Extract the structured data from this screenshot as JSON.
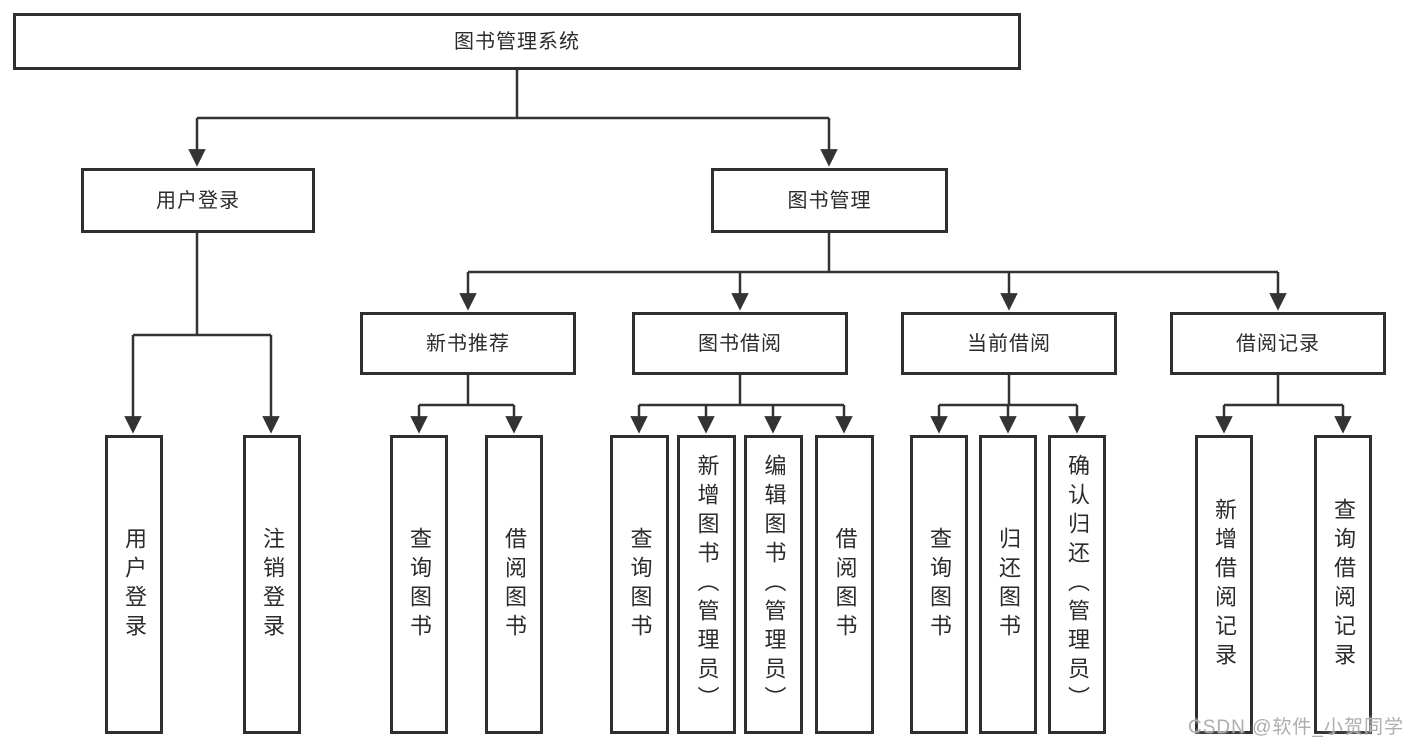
{
  "diagram": {
    "title_node": "图书管理系统",
    "level2": {
      "user_login": "用户登录",
      "book_mgmt": "图书管理"
    },
    "level3": {
      "new_books": "新书推荐",
      "book_borrow": "图书借阅",
      "current_borrow": "当前借阅",
      "borrow_records": "借阅记录"
    },
    "leaves": {
      "user_login_children": [
        "用户登录",
        "注销登录"
      ],
      "new_books_children": [
        "查询图书",
        "借阅图书"
      ],
      "book_borrow_children": [
        "查询图书",
        "新增图书（管理员）",
        "编辑图书（管理员）",
        "借阅图书"
      ],
      "current_borrow_children": [
        "查询图书",
        "归还图书",
        "确认归还（管理员）"
      ],
      "borrow_records_children": [
        "新增借阅记录",
        "查询借阅记录"
      ]
    },
    "colors": {
      "line": "#333333",
      "box_border": "#2f2f2f",
      "text": "#2b2b2b",
      "watermark": "#aeaeae",
      "background": "#ffffff"
    },
    "watermark": "CSDN @软件_小贺同学"
  }
}
